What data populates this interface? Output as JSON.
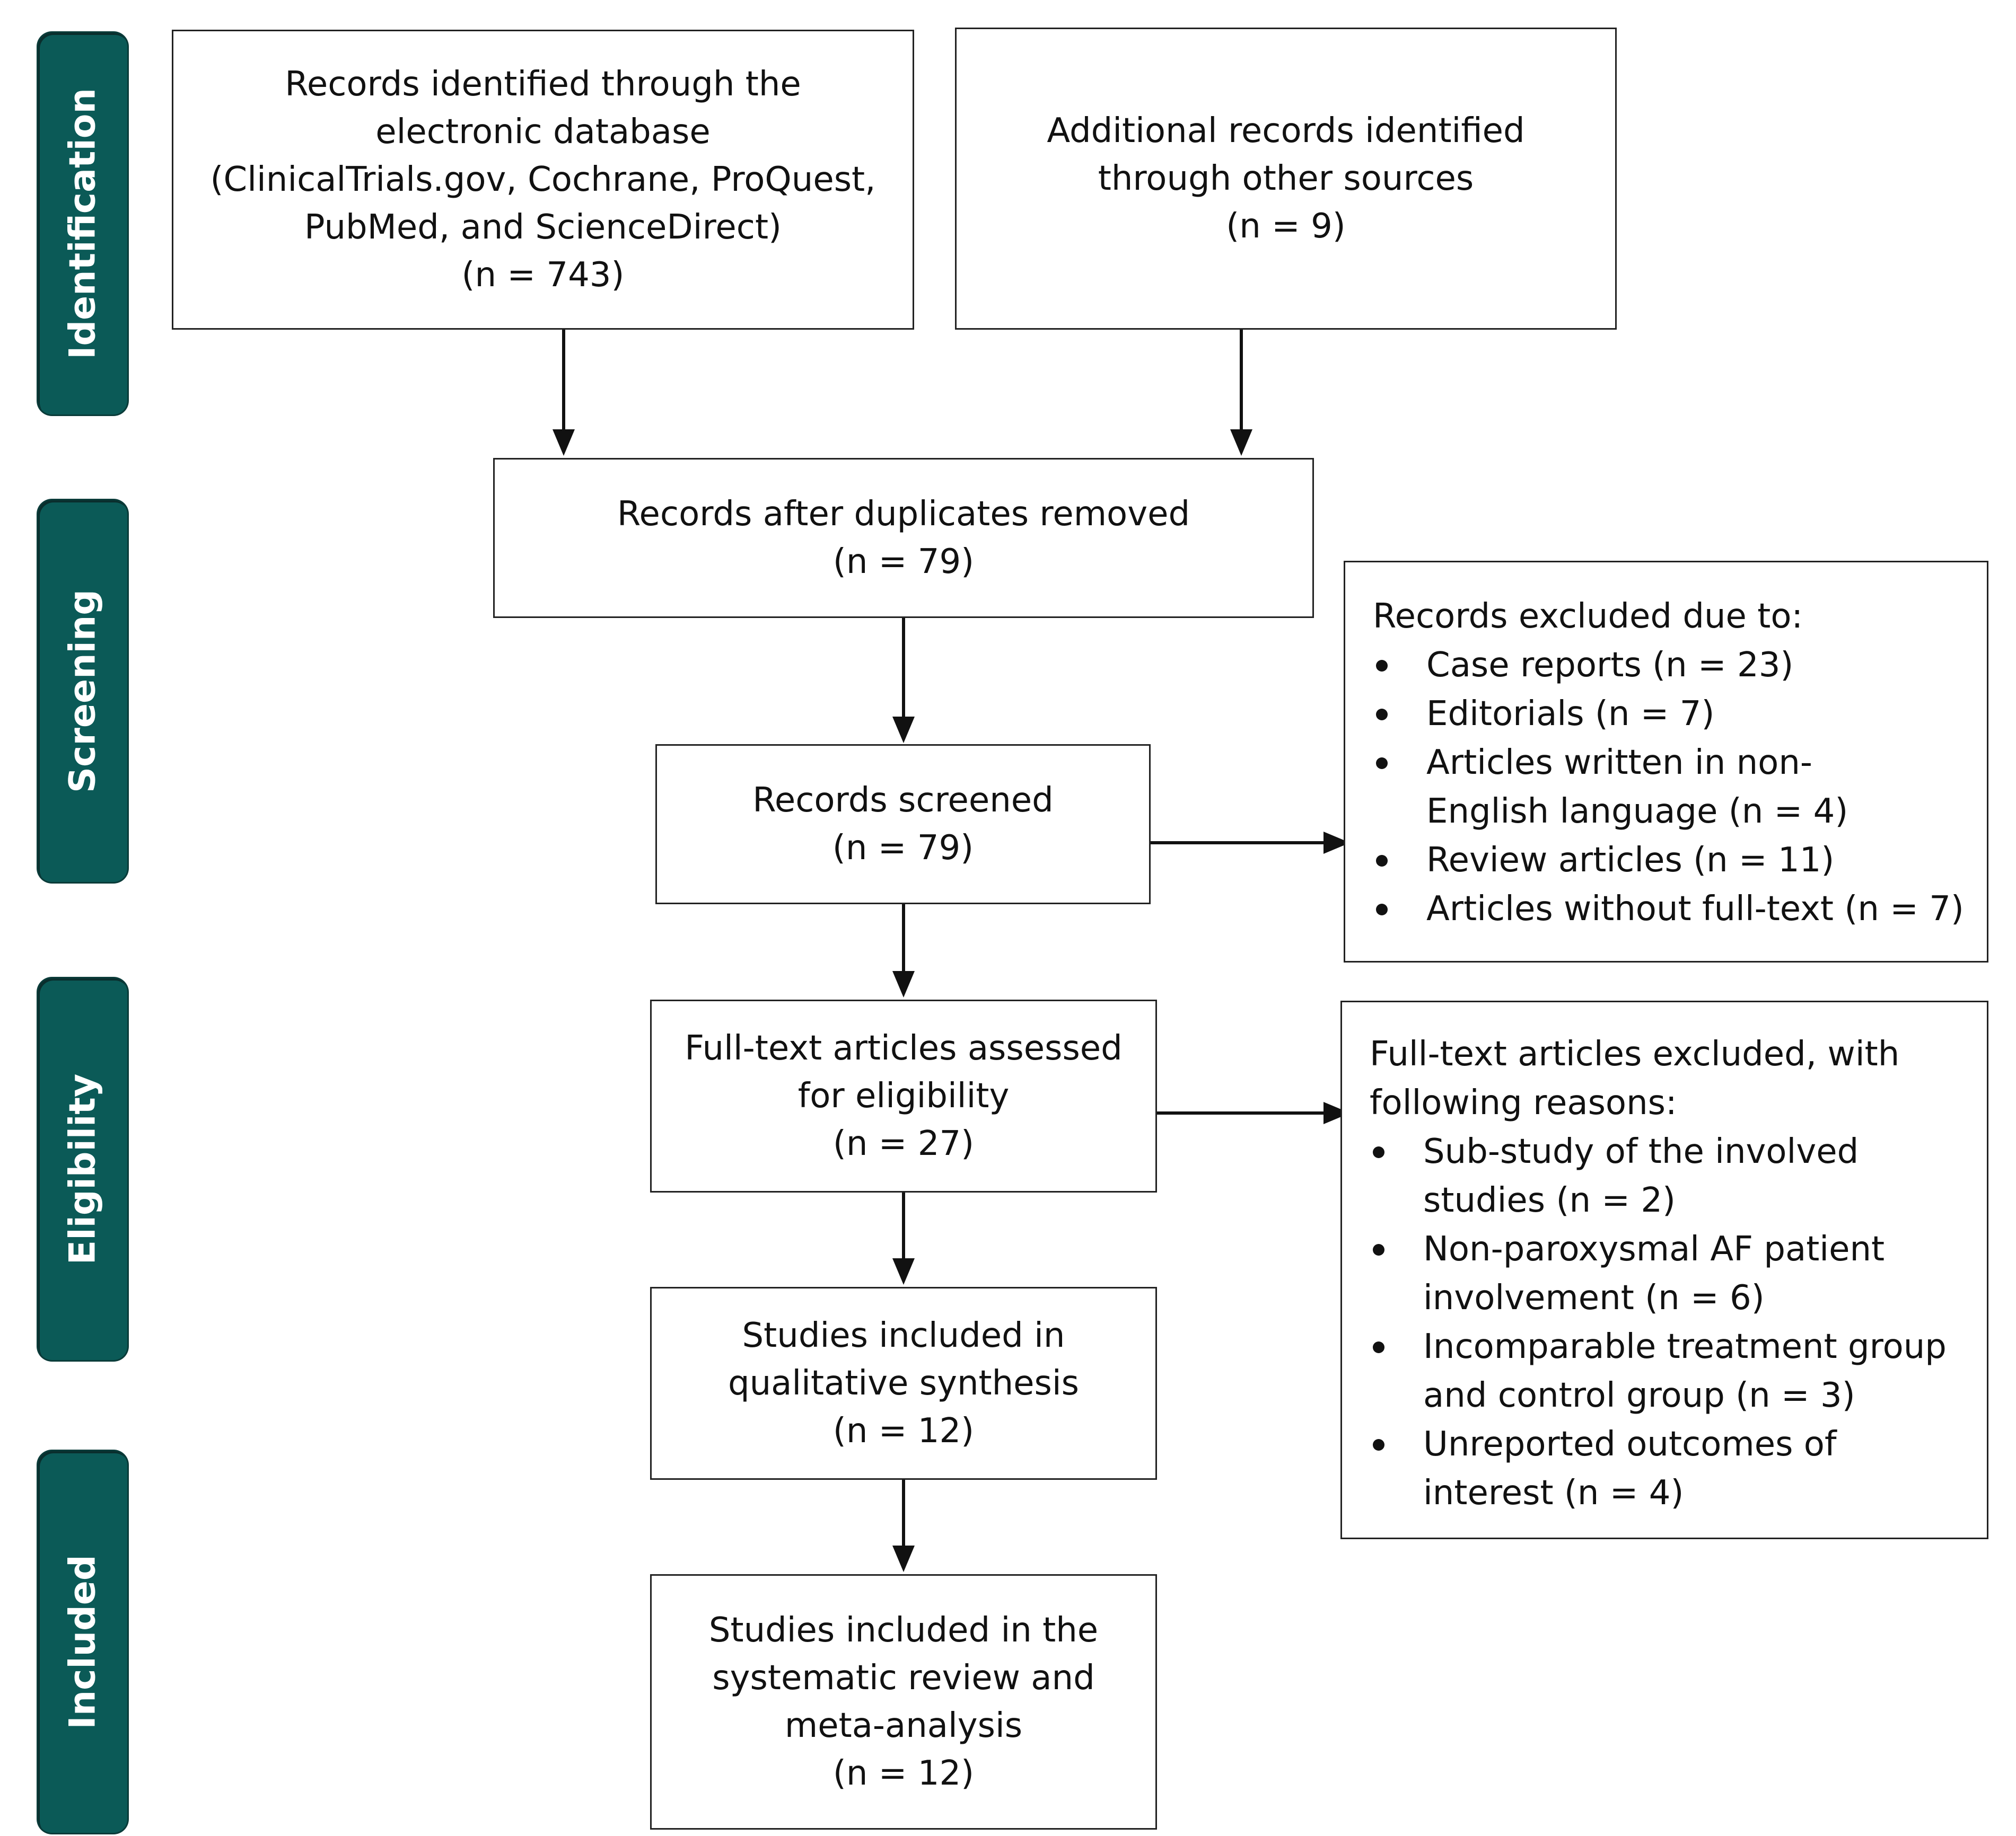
{
  "stages": [
    {
      "label": "Identification"
    },
    {
      "label": "Screening"
    },
    {
      "label": "Eligibility"
    },
    {
      "label": "Included"
    }
  ],
  "boxes": {
    "database": [
      "Records identified through the",
      "electronic database",
      "(ClinicalTrials.gov, Cochrane, ProQuest,",
      "PubMed, and ScienceDirect)",
      "(n = 743)"
    ],
    "other_sources": [
      "Additional records identified",
      "through other sources",
      "(n = 9)"
    ],
    "duplicates_removed": [
      "Records after duplicates removed",
      "(n = 79)"
    ],
    "screened": [
      "Records screened",
      "(n = 79)"
    ],
    "full_text": [
      "Full-text articles assessed",
      "for eligibility",
      "(n = 27)"
    ],
    "qualitative": [
      "Studies included in",
      "qualitative synthesis",
      "(n = 12)"
    ],
    "meta_analysis": [
      "Studies included in the",
      "systematic review and",
      "meta-analysis",
      "(n = 12)"
    ]
  },
  "excluded_records": {
    "heading": "Records excluded due to:",
    "items": [
      [
        "Case reports (n = 23)"
      ],
      [
        "Editorials (n = 7)"
      ],
      [
        "Articles written in non-",
        "English language (n = 4)"
      ],
      [
        "Review articles (n = 11)"
      ],
      [
        "Articles without full-text (n = 7)"
      ]
    ]
  },
  "excluded_full_text": {
    "heading": [
      "Full-text articles excluded, with",
      "following reasons:"
    ],
    "items": [
      [
        "Sub-study of the involved",
        "studies (n = 2)"
      ],
      [
        "Non-paroxysmal AF patient",
        "involvement (n = 6)"
      ],
      [
        "Incomparable treatment group",
        "and control group (n = 3)"
      ],
      [
        "Unreported outcomes of",
        "interest (n = 4)"
      ]
    ]
  },
  "colors": {
    "stage_fill": "#0b5a57",
    "stage_text": "#ffffff",
    "line": "#111111"
  }
}
